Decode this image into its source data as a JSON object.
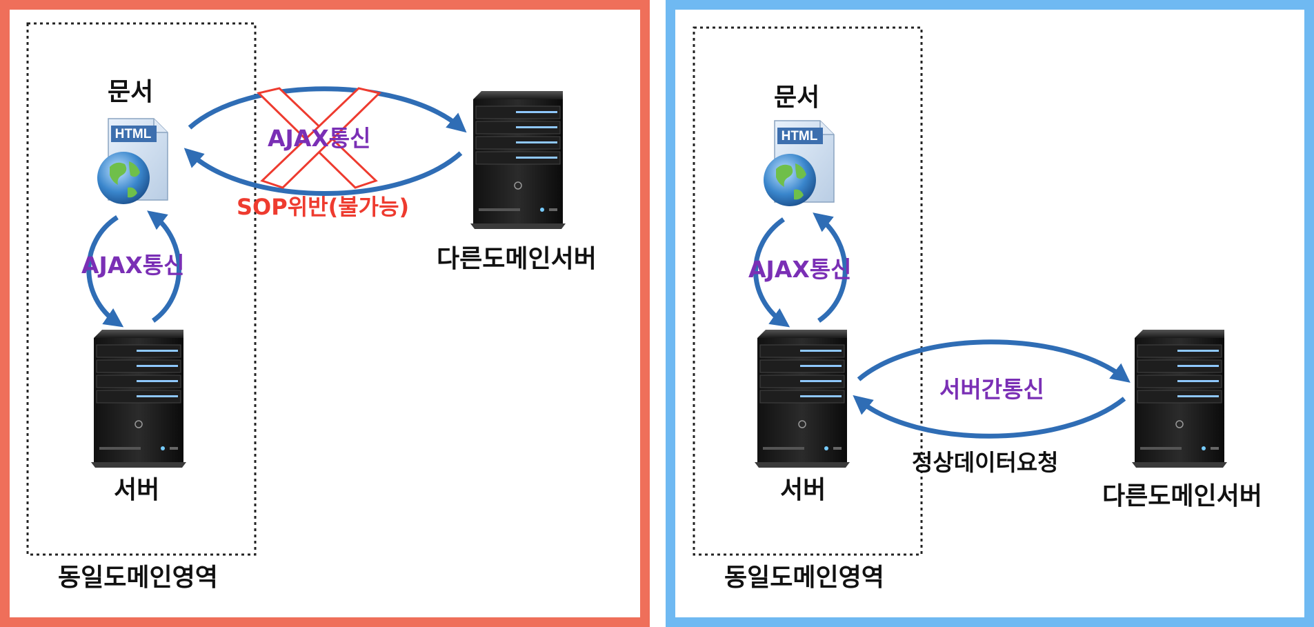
{
  "colors": {
    "left_border": "#ef6f5a",
    "right_border": "#6fb9f2",
    "arrow": "#2f6db5",
    "purple_text": "#7a2fb5",
    "red_text": "#ee3b2f"
  },
  "left": {
    "document_label": "문서",
    "html_badge": "HTML",
    "vertical_ajax_label": "AJAX통신",
    "server_label": "서버",
    "domain_area_label": "동일도메인영역",
    "blocked_ajax_label": "AJAX통신",
    "sop_violation_label": "SOP위반(불가능)",
    "other_server_label": "다른도메인서버"
  },
  "right": {
    "document_label": "문서",
    "html_badge": "HTML",
    "vertical_ajax_label": "AJAX통신",
    "server_label": "서버",
    "domain_area_label": "동일도메인영역",
    "server_comm_label": "서버간통신",
    "normal_request_label": "정상데이터요청",
    "other_server_label": "다른도메인서버"
  },
  "icons": {
    "document": "html-document-globe-icon",
    "server": "server-tower-icon",
    "blocked": "red-x-icon"
  }
}
